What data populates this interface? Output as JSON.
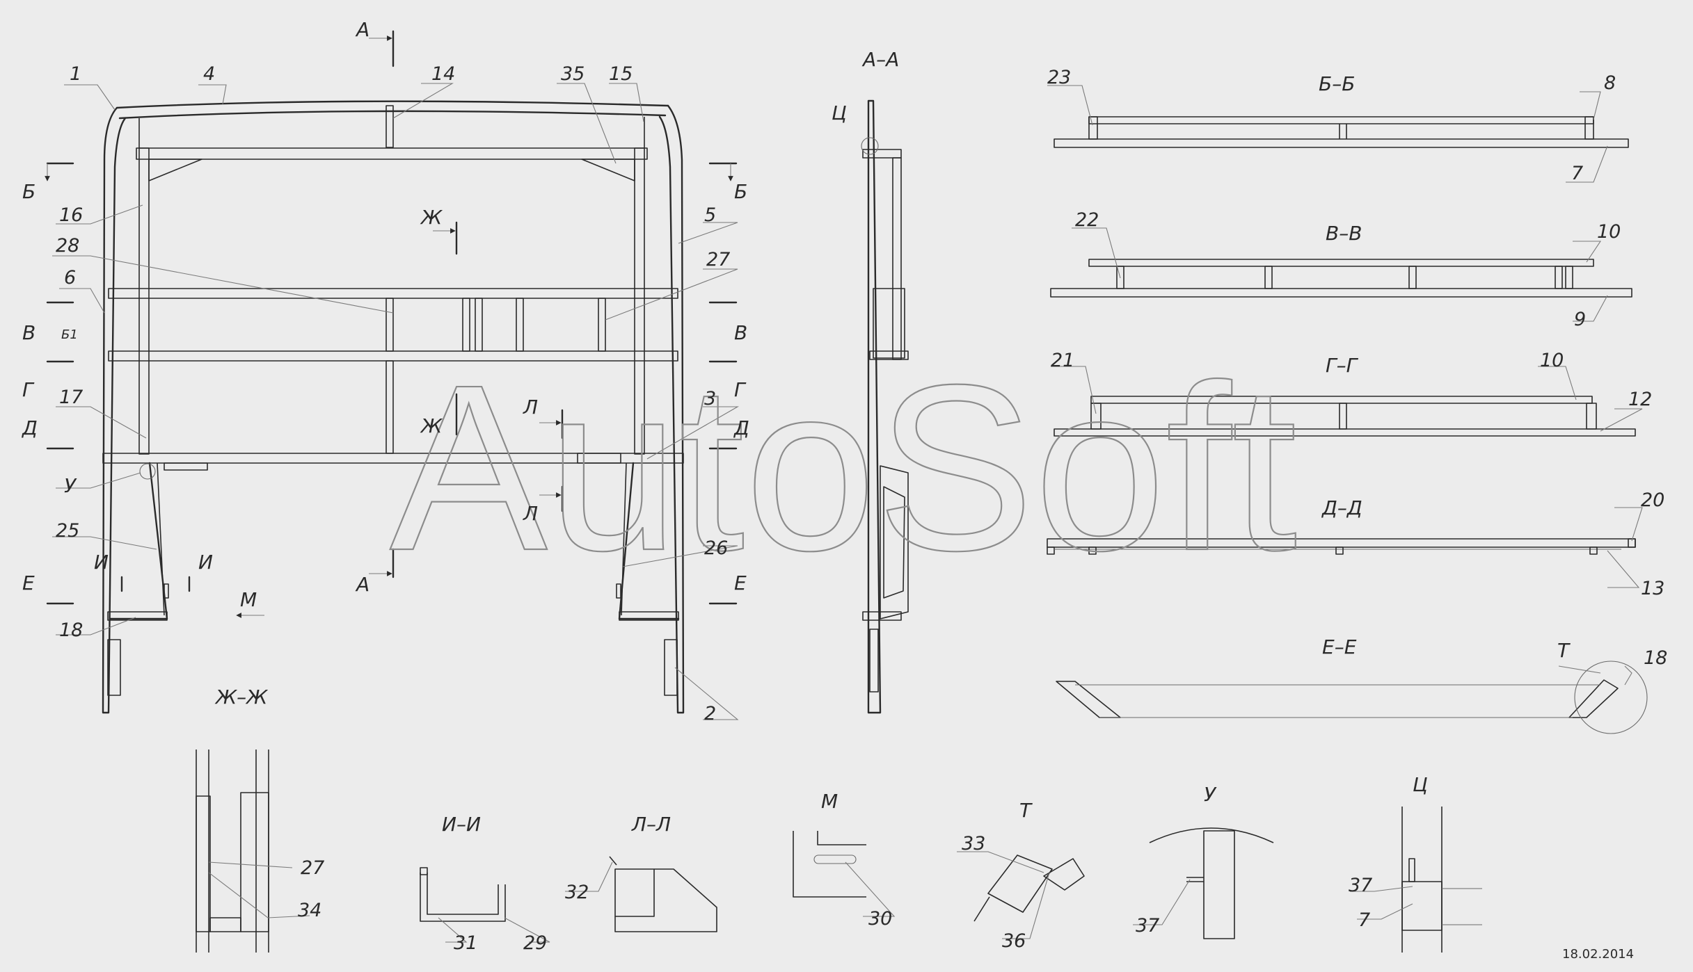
{
  "watermark": "AutoSoft",
  "date": "18.02.2014",
  "sections": {
    "aa_arrow": "А",
    "aa_arrow_bottom": "А",
    "aa_view": "А–А",
    "bb_left": "Б",
    "bb_right": "Б",
    "bb_view": "Б–Б",
    "vv_left": "В",
    "vv_right": "В",
    "vv_view": "В–В",
    "gg_left": "Г",
    "gg_right": "Г",
    "gg_view": "Г–Г",
    "dd_left": "Д",
    "dd_right": "Д",
    "dd_view": "Д–Д",
    "ee_left": "Е",
    "ee_right": "Е",
    "ee_view": "Е–Е",
    "zh_top": "Ж",
    "zh_mid": "Ж",
    "zh_view": "Ж–Ж",
    "l_top": "Л",
    "l_bottom": "Л",
    "ll_view": "Л–Л",
    "i_left": "И",
    "i_right": "И",
    "ii_view": "И–И",
    "m_arrow": "М",
    "m_view": "М",
    "u_mark": "У",
    "u_view": "У",
    "ts_mark": "Ц",
    "ts_view": "Ц",
    "t_mark": "Т",
    "t_view": "Т",
    "b1_mark": "Б1"
  },
  "callouts": {
    "p1": "1",
    "p2": "2",
    "p3": "3",
    "p4": "4",
    "p5": "5",
    "p6": "6",
    "p7a": "7",
    "p7b": "7",
    "p8": "8",
    "p9": "9",
    "p10a": "10",
    "p10b": "10",
    "p12": "12",
    "p13": "13",
    "p14": "14",
    "p15": "15",
    "p16": "16",
    "p17": "17",
    "p18a": "18",
    "p18b": "18",
    "p20": "20",
    "p21": "21",
    "p22": "22",
    "p23": "23",
    "p25": "25",
    "p26": "26",
    "p27a": "27",
    "p27b": "27",
    "p28": "28",
    "p29": "29",
    "p30": "30",
    "p31": "31",
    "p32": "32",
    "p33": "33",
    "p34": "34",
    "p35": "35",
    "p36": "36",
    "p37a": "37",
    "p37b": "37"
  }
}
